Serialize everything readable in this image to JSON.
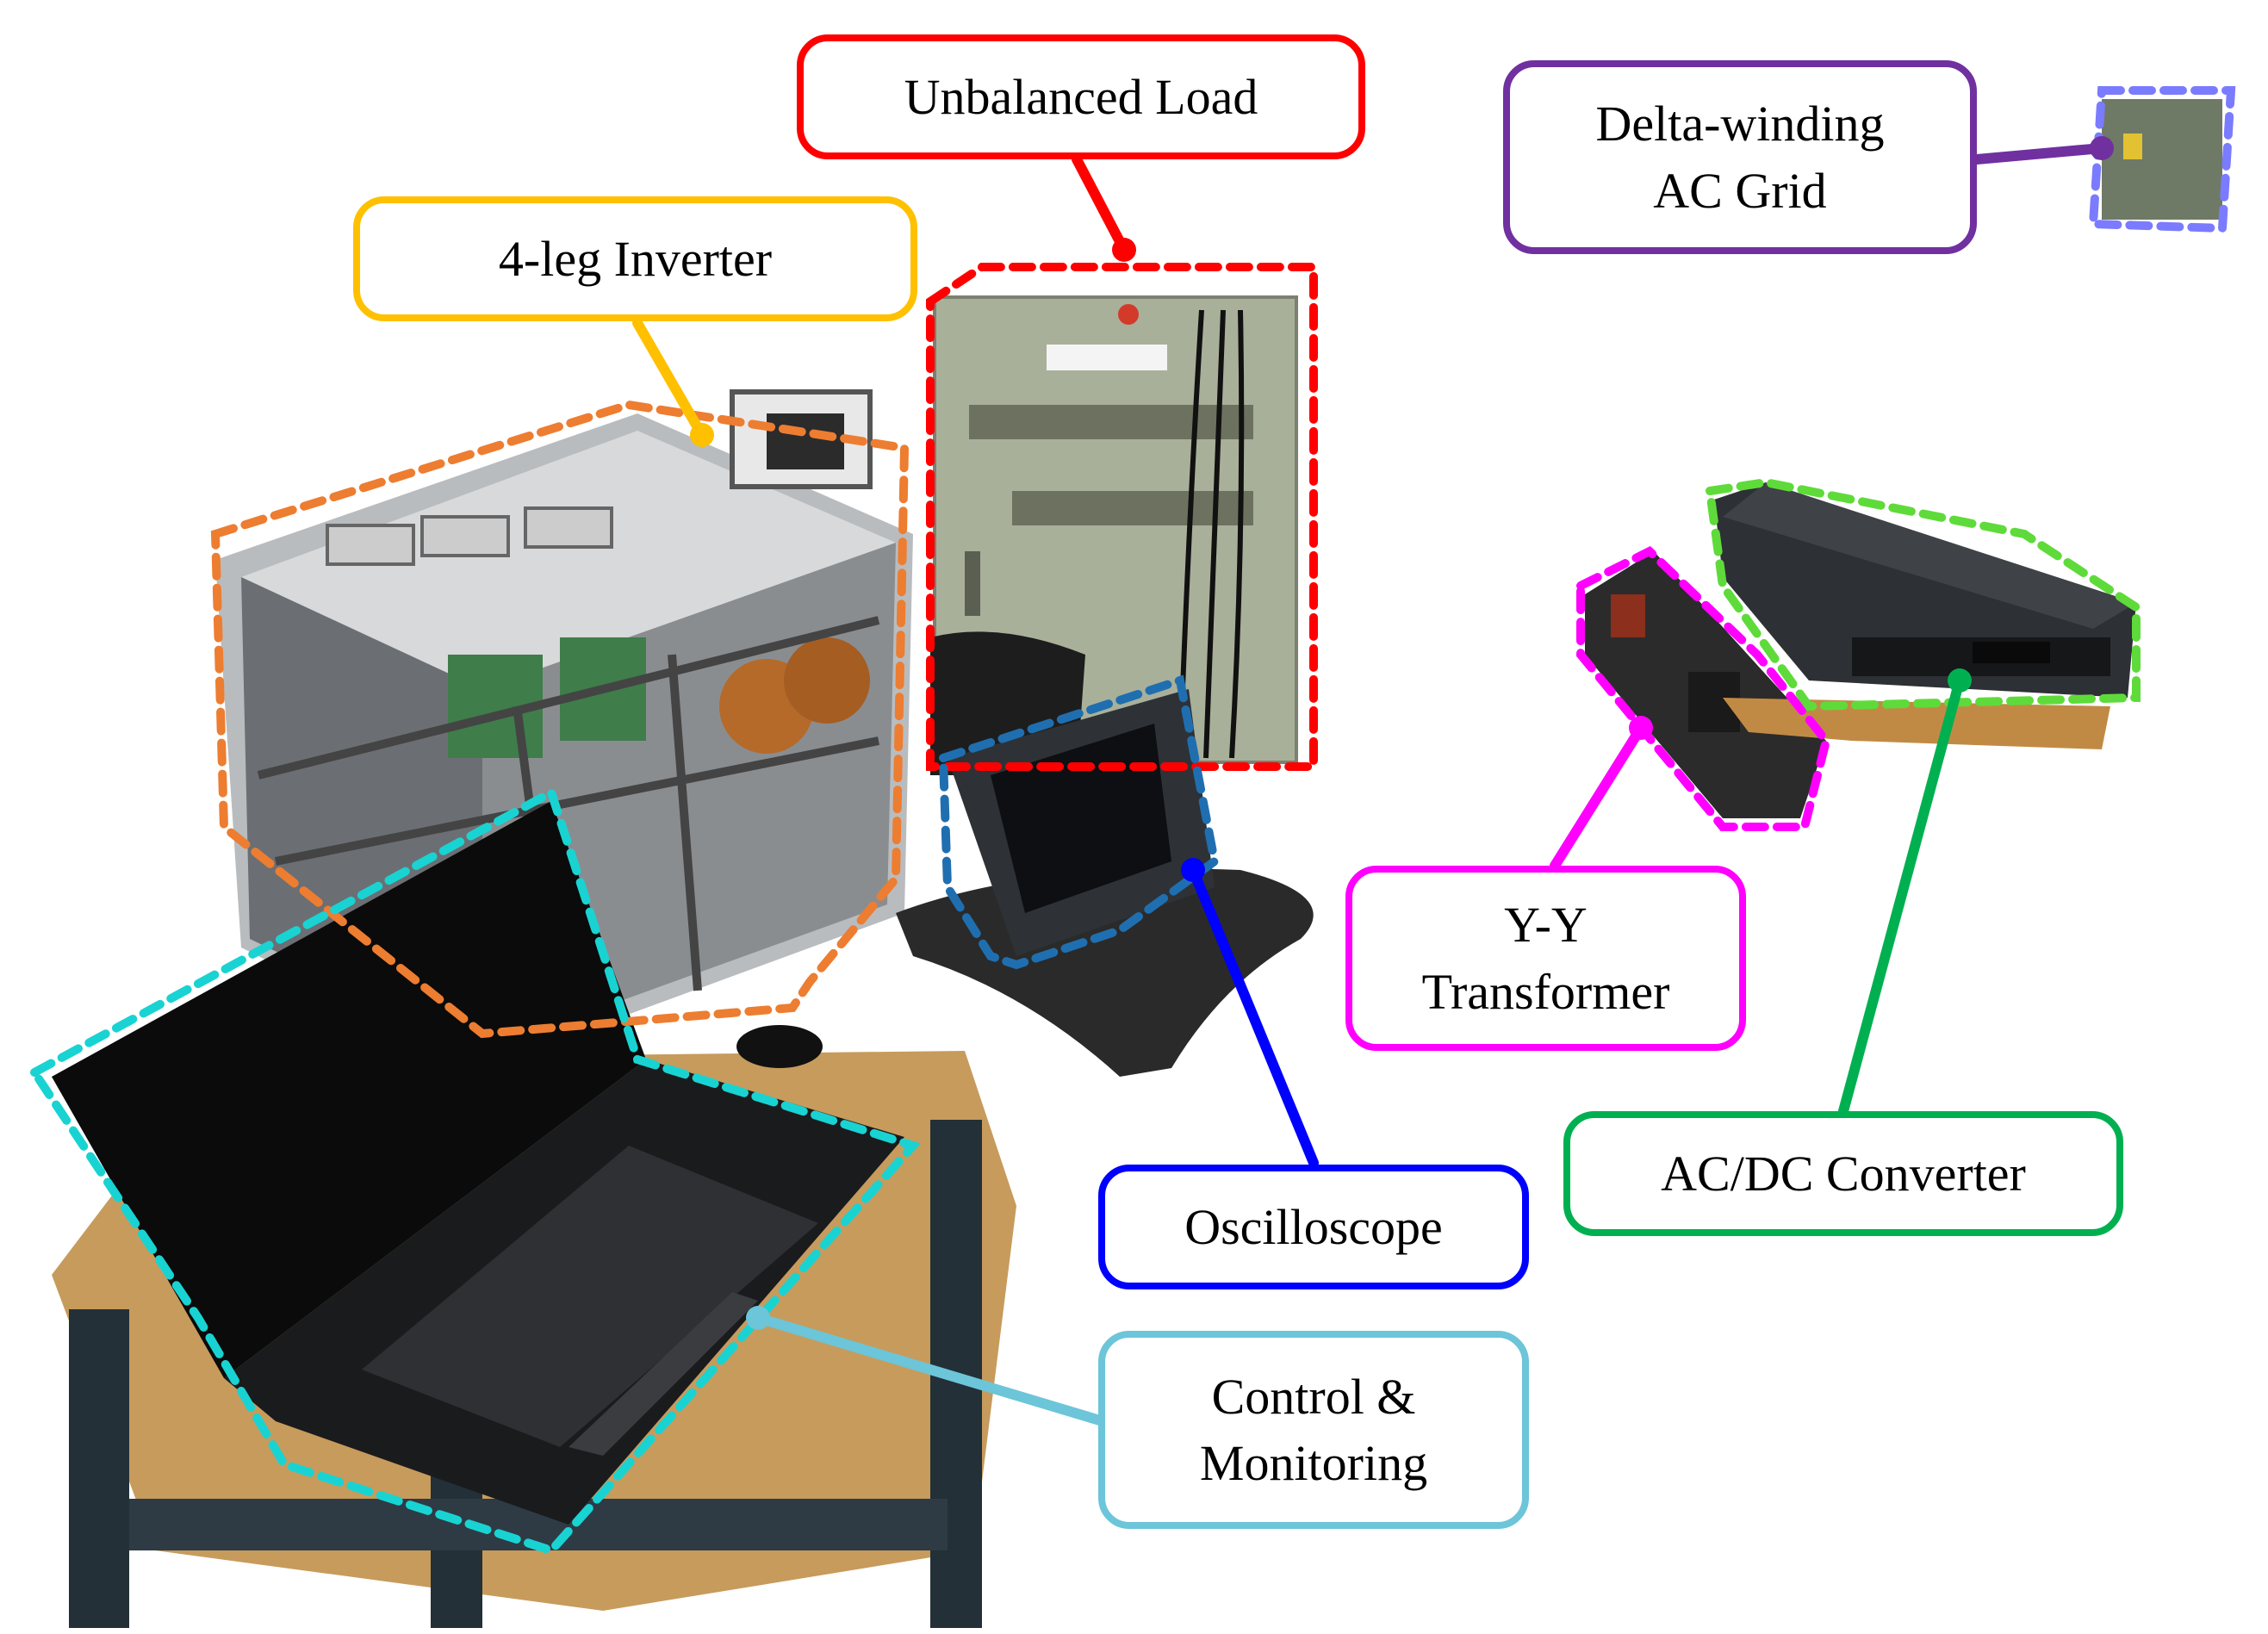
{
  "labels": {
    "inverter": {
      "text": "4-leg Inverter",
      "color": "#FFC000"
    },
    "load": {
      "text": "Unbalanced Load",
      "color": "#FF0000"
    },
    "grid": {
      "line1": "Delta-winding",
      "line2": "AC Grid",
      "color": "#7030A0"
    },
    "transformer": {
      "line1": "Y-Y",
      "line2": "Transformer",
      "color": "#FF00FF"
    },
    "oscilloscope": {
      "text": "Oscilloscope",
      "color": "#0000FF"
    },
    "converter": {
      "text": "AC/DC Converter",
      "color": "#00B050"
    },
    "control": {
      "line1": "Control &",
      "line2": "Monitoring",
      "color": "#6CC5D8"
    }
  },
  "outlines": {
    "inverter": "#ED7D31",
    "load": "#FF0000",
    "grid": "#7B7BFF",
    "transformer": "#FF00FF",
    "oscilloscope": "#1F6FB0",
    "converter": "#5EDB3A",
    "control": "#19D3D3"
  }
}
